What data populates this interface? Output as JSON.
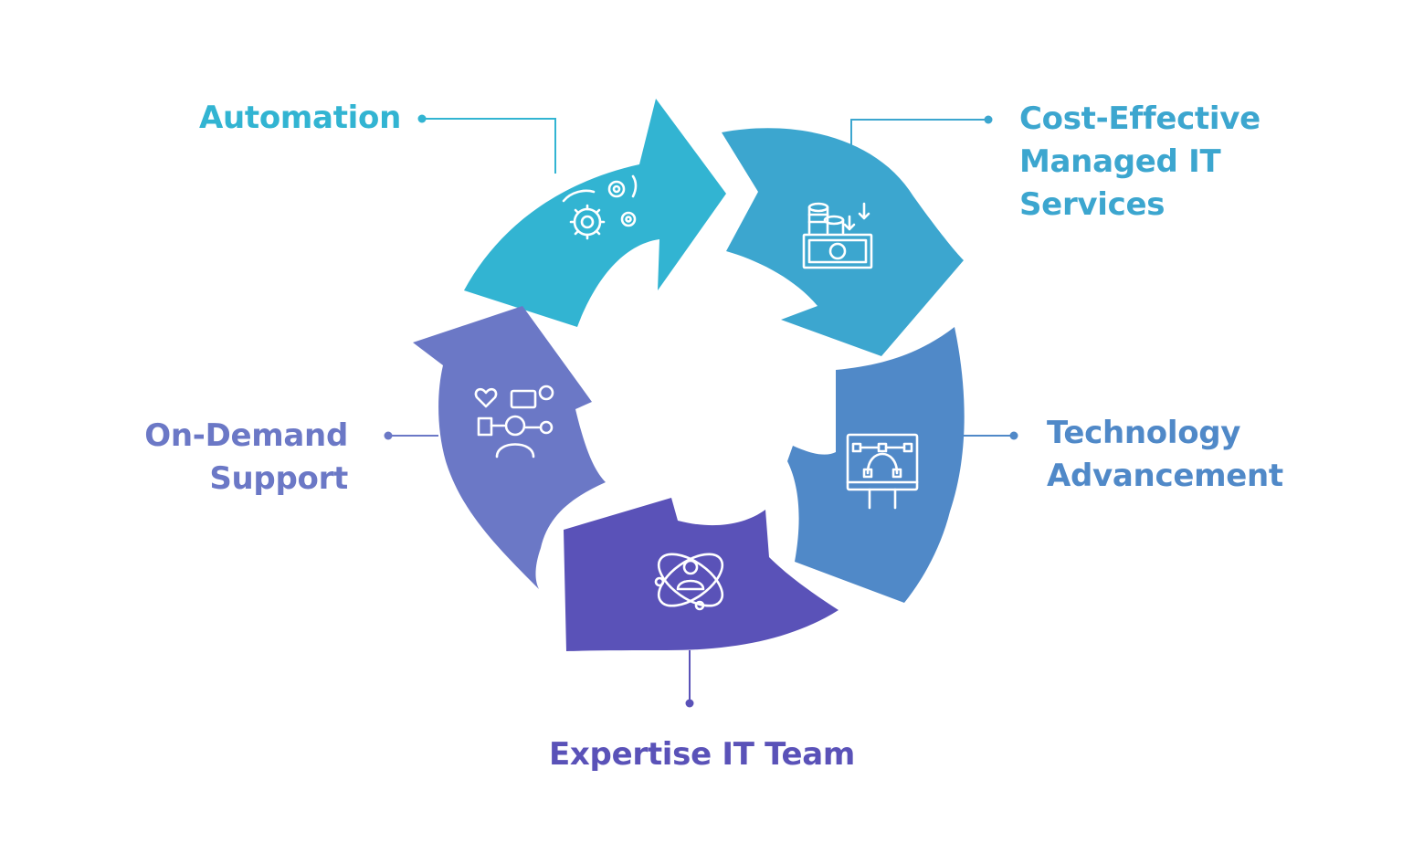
{
  "colors": {
    "automation": "#32b4d2",
    "cost": "#3ca6cf",
    "technology": "#5089c8",
    "expertise": "#5a52b8",
    "ondemand": "#6b78c6"
  },
  "segments": [
    {
      "key": "automation",
      "lines": [
        "Automation"
      ],
      "icon": "gears-icon"
    },
    {
      "key": "cost",
      "lines": [
        "Cost-Effective",
        "Managed IT",
        "Services"
      ],
      "icon": "money-stack-icon"
    },
    {
      "key": "technology",
      "lines": [
        "Technology",
        "Advancement"
      ],
      "icon": "vector-board-icon"
    },
    {
      "key": "expertise",
      "lines": [
        "Expertise IT Team"
      ],
      "icon": "atom-person-icon"
    },
    {
      "key": "ondemand",
      "lines": [
        "On-Demand",
        "Support"
      ],
      "icon": "support-agent-icon"
    }
  ]
}
